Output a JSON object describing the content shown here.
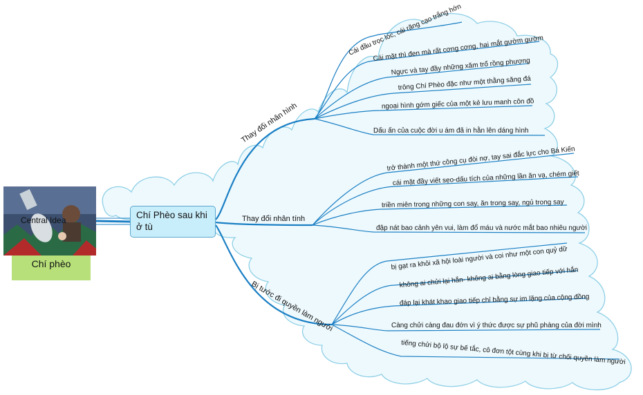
{
  "central": {
    "image_text": "Central Idea",
    "image_caption": "Chí phèo",
    "title": "Chí Phèo sau khi ở tù"
  },
  "branches": [
    {
      "label": "Thay đổi nhân hình",
      "items": [
        "Cái đầu trọc lóc, cái răng cạo trắng hớn",
        "Cái mặt thì đen mà rất cơng cơng, hai mắt gườm gườm",
        "Ngực và tay đầy những xăm trổ rồng phượng",
        "trông Chí Phèo đặc như một thằng săng đá",
        "ngoại hình gớm giếc của một kẻ lưu manh côn đồ",
        "Dấu ấn của cuộc đời u ám đã in hằn lên dáng hình"
      ]
    },
    {
      "label": "Thay đổi nhân tính",
      "items": [
        "trở thành một thứ công cụ đòi nợ, tay sai đắc lực cho Bá Kiến",
        "cái mặt đầy viết sẹo-dấu tích của những lần ăn vạ, chém giết",
        "triền miên trong những con say, ăn trong say, ngủ trong say",
        "đập nát bao cảnh yên vui, làm đổ máu và nước mắt bao nhiêu người"
      ]
    },
    {
      "label": "Bị tước đi quyền làm người",
      "items": [
        "bị gạt ra khỏi xã hội loài người và coi như một con quỷ dữ",
        "không ai chửi lại hắn- không ai bằng lòng giao tiếp với hắn",
        "đáp lại khát khao giao tiếp chỉ bằng sự im lặng của cộng đồng",
        "Càng chửi càng đau đớn vì ý thức được sự phũ phàng của đời mình",
        "tiếng chửi bộ lộ sự bế tắc, cô đơn tột cùng khi bị từ chối quyền làm người"
      ]
    }
  ],
  "colors": {
    "line": "#1a7fc4",
    "cloud_fill": "#eef9fd",
    "cloud_stroke": "#8ecfe6",
    "central_fill": "#c9eefb",
    "caption_fill": "#b8e07a"
  }
}
